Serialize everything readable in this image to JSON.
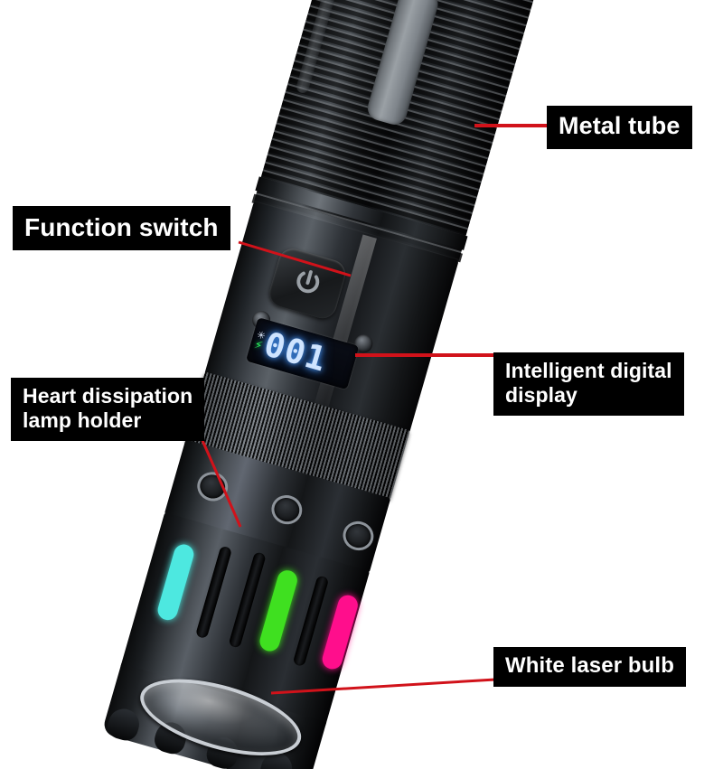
{
  "background_color": "#ffffff",
  "accent_color": "#d1121a",
  "label_box_color": "#000000",
  "label_text_color": "#ffffff",
  "product": {
    "name": "tactical-flashlight",
    "body_color": "#101214"
  },
  "annotations": [
    {
      "id": "metal-tube",
      "label": "Metal tube"
    },
    {
      "id": "function-switch",
      "label": "Function switch"
    },
    {
      "id": "digital-display",
      "label": "Intelligent digital\ndisplay"
    },
    {
      "id": "heat-dissipation",
      "label": "Heart dissipation\nlamp holder"
    },
    {
      "id": "white-laser-bulb",
      "label": "White laser bulb"
    }
  ],
  "display": {
    "value": "001",
    "digit_color": "#cfe4ff",
    "glow_color": "#4c9dff",
    "snow_icon": "✳",
    "bolt_icon": "⚡",
    "bolt_color": "#2bff55"
  },
  "power_button": {
    "icon": "power-icon",
    "icon_color": "#9aa0a6"
  },
  "leds": [
    {
      "name": "led-strip-cyan",
      "color": "#4de8e0"
    },
    {
      "name": "led-strip-green",
      "color": "#3fe020"
    },
    {
      "name": "led-strip-magenta",
      "color": "#ff0e8c"
    }
  ]
}
